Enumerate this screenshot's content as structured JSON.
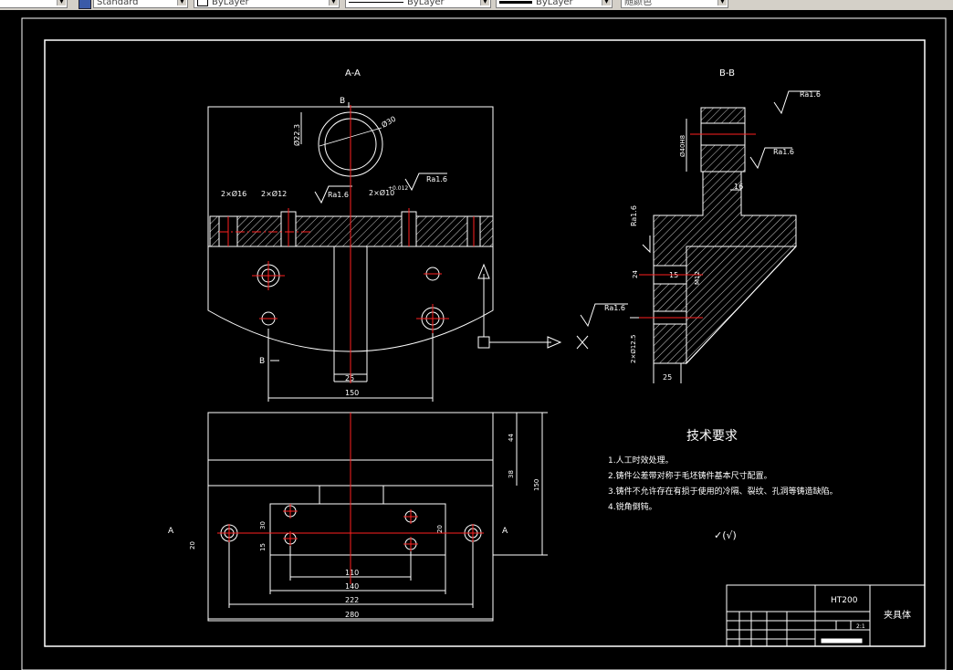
{
  "toolbar": {
    "text_style": "Standard",
    "layer": "ByLayer",
    "linetype": "ByLayer",
    "lineweight": "ByLayer",
    "color": "随颜色"
  },
  "view_aa": {
    "title": "A-A",
    "label_b_top": "B",
    "label_b_bottom": "B",
    "dim_hole": "2×Ø16",
    "dim_slot_top": "2×Ø12",
    "dim_slot_right": "2×Ø10",
    "tol_slot_right": "+0.012",
    "dim_ring": "Ø22.3",
    "dim_ring_dia": "Ø30",
    "rough_1": "Ra1.6",
    "rough_2": "Ra1.6",
    "dim_slot_width": "25",
    "dim_width": "150"
  },
  "view_bb": {
    "title": "B-B",
    "rough_top": "Ra1.6",
    "rough_mid": "Ra1.6",
    "rough_left": "Ra1.6",
    "rough_side": "Ra1.6",
    "dim_bore": "Ø40H8",
    "dim_16": "16",
    "dim_15": "15",
    "dim_left": "24",
    "dim_m": "M12",
    "dim_bottom_hole": "2×Ø12.5",
    "dim_25": "25"
  },
  "plan_view": {
    "label_a_left": "A",
    "label_a_right": "A",
    "dim_44": "44",
    "dim_38": "38",
    "dim_150": "150",
    "dim_20_left": "20",
    "dim_30": "30",
    "dim_15": "15",
    "dim_20_right": "20",
    "dim_110": "110",
    "dim_140": "140",
    "dim_222": "222",
    "dim_280": "280"
  },
  "notes": {
    "heading": "技术要求",
    "items": [
      "1.人工时效处理。",
      "2.铸件公差带对称于毛坯铸件基本尺寸配置。",
      "3.铸件不允许存在有损于使用的冷隔、裂纹、孔洞等铸造缺陷。",
      "4.锐角倒钝。"
    ],
    "rough_symbol": "✓(√)"
  },
  "title_block": {
    "material": "HT200",
    "part_name": "夹具体",
    "scale": "2:1"
  },
  "colors": {
    "line": "#ffffff",
    "center": "#ff2020",
    "background": "#000000",
    "toolbar": "#d4d0c8"
  }
}
